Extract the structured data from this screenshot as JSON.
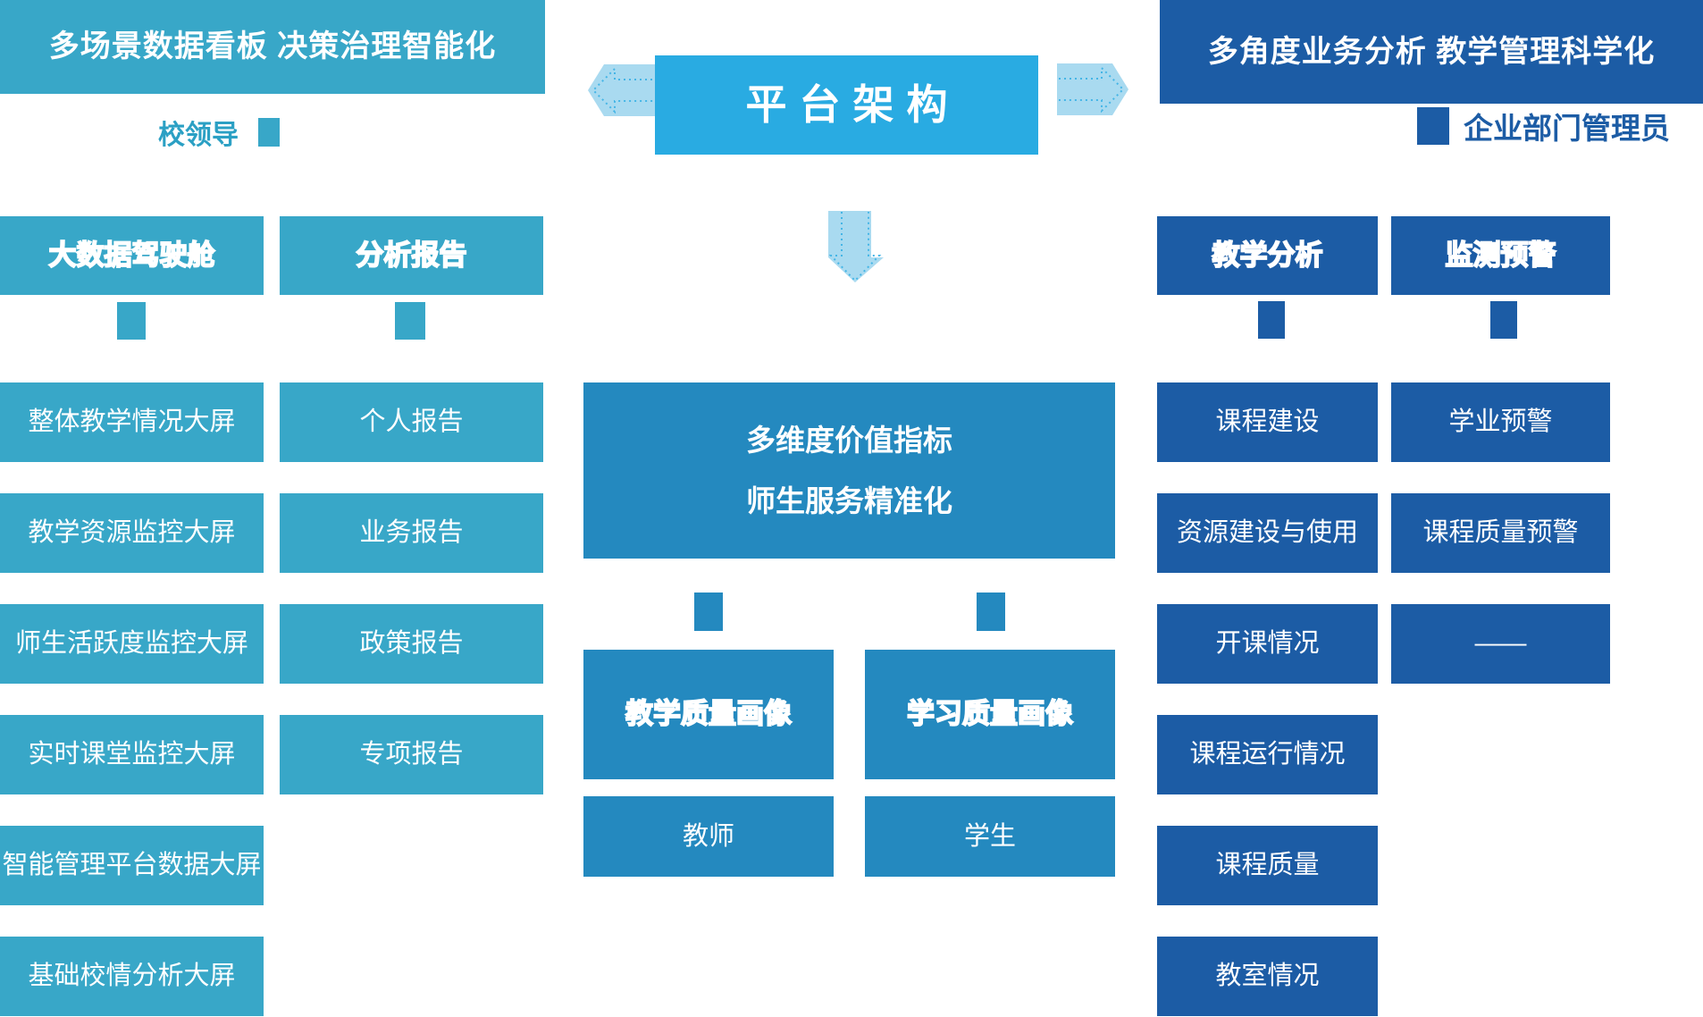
{
  "title_box": {
    "label": "平台架构"
  },
  "left_panel": {
    "banner": "多场景数据看板 决策治理智能化",
    "role": "校领导",
    "columns": [
      {
        "header": "大数据驾驶舱",
        "items": [
          "整体教学情况大屏",
          "教学资源监控大屏",
          "师生活跃度监控大屏",
          "实时课堂监控大屏",
          "智能管理平台数据大屏",
          "基础校情分析大屏"
        ]
      },
      {
        "header": "分析报告",
        "items": [
          "个人报告",
          "业务报告",
          "政策报告",
          "专项报告"
        ]
      }
    ]
  },
  "center_panel": {
    "value_box": {
      "line1": "多维度价值指标",
      "line2": "师生服务精准化"
    },
    "profiles": [
      {
        "header": "教学质量画像",
        "person": "教师"
      },
      {
        "header": "学习质量画像",
        "person": "学生"
      }
    ]
  },
  "right_panel": {
    "banner": "多角度业务分析 教学管理科学化",
    "role": "企业部门管理员",
    "columns": [
      {
        "header": "教学分析",
        "items": [
          "课程建设",
          "资源建设与使用",
          "开课情况",
          "课程运行情况",
          "课程质量",
          "教室情况"
        ]
      },
      {
        "header": "监测预警",
        "items": [
          "学业预警",
          "课程质量预警",
          "——"
        ]
      }
    ]
  },
  "icons": {
    "left_arrow": "block-arrow-left",
    "right_arrow": "block-arrow-right",
    "down_arrow": "block-arrow-down",
    "connector": "connector-square"
  },
  "colors": {
    "teal": "#38A7C8",
    "blue_bright": "#29ABE2",
    "blue_mid": "#2489BF",
    "blue_dark": "#1C5CA5",
    "arrow_fill": "#A9DAF0",
    "arrow_stroke": "#45B5E6",
    "text_on_box": "#FFFFFF"
  }
}
